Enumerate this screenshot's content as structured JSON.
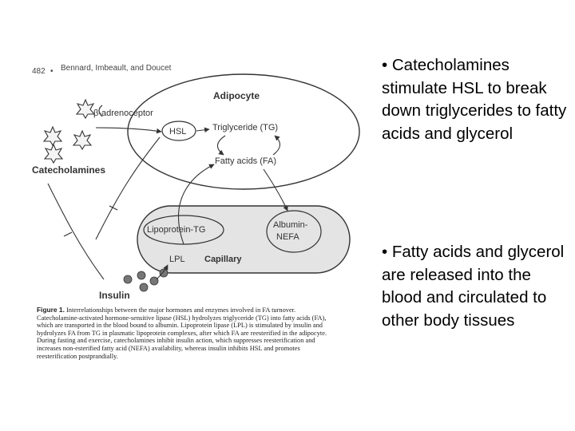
{
  "header": {
    "page_number": "482",
    "bullet_mark": "•",
    "authors": "Bennard, Imbeault, and Doucet"
  },
  "diagram": {
    "receptor_label": "β-adrenoceptor",
    "adipocyte_label": "Adipocyte",
    "hsl_label": "HSL",
    "tg_label": "Triglyceride (TG)",
    "fa_label": "Fatty acids (FA)",
    "catecholamines_label": "Catecholamines",
    "lipoprotein_label": "Lipoprotein-TG",
    "albumin_label_1": "Albumin-",
    "albumin_label_2": "NEFA",
    "lpl_label": "LPL",
    "capillary_label": "Capillary",
    "insulin_label": "Insulin"
  },
  "caption": {
    "label": "Figure 1.",
    "text": "Interrelationships between the major hormones and enzymes involved in FA turnover. Catecholamine-activated hormone-sensitive lipase (HSL) hydrolyzes triglyceride (TG) into fatty acids (FA), which are transported in the blood bound to albumin. Lipoprotein lipase (LPL) is stimulated by insulin and hydrolyzes FA from TG in plasmatic lipoprotein complexes, after which FA are reesterified in the adipocyte. During fasting and exercise, catecholamines inhibit insulin action, which suppresses reesterification and increases non-esterified fatty acid (NEFA) availability, whereas insulin inhibits HSL and promotes reesterification postprandially."
  },
  "bullets": [
    "• Catecholamines stimulate HSL to break down triglycerides to fatty acids and glycerol",
    "• Fatty acids and glycerol are released into the blood and circulated to other body tissues"
  ]
}
